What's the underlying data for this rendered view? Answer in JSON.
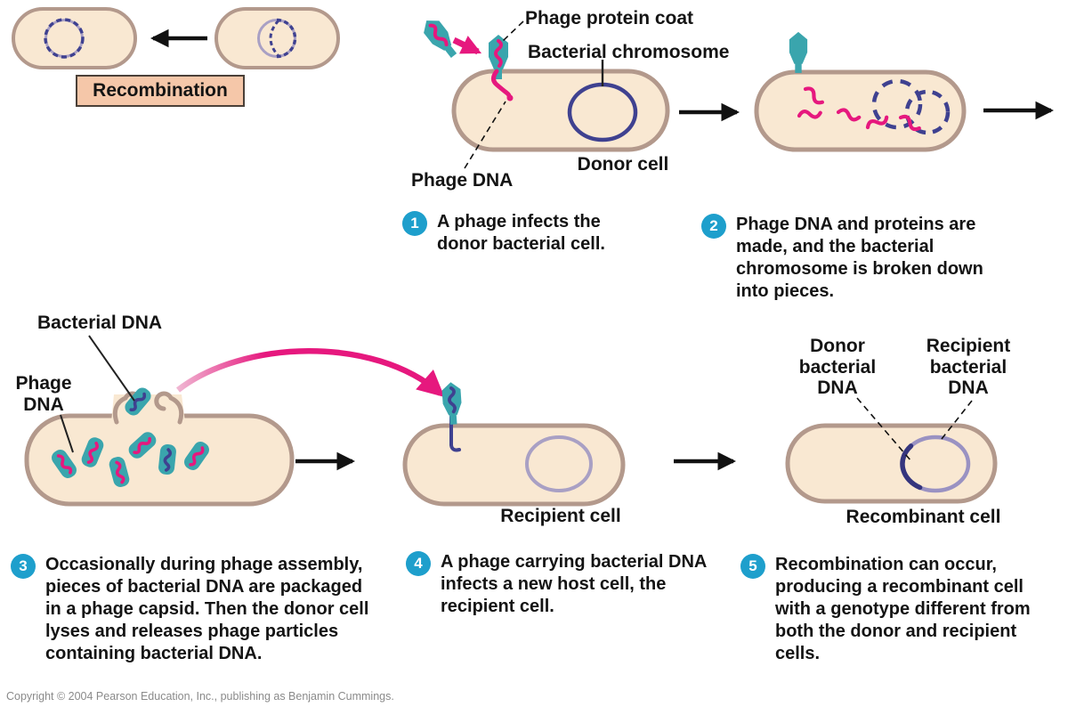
{
  "colors": {
    "cell_fill": "#F9E8D2",
    "cell_border": "#B3998C",
    "phage_teal": "#3AA5AD",
    "phage_dna_pink": "#E6187E",
    "chromosome_navy": "#3F4190",
    "chromosome_lavender": "#A9A0C4",
    "recombinant_circle": "#9A92C2",
    "step_badge_blue": "#1E9FCC",
    "recombination_box_fill": "#F5C7A9",
    "text_black": "#141414"
  },
  "inset": {
    "label": "Recombination"
  },
  "donor_section": {
    "phage_protein_coat": "Phage protein coat",
    "bacterial_chromosome": "Bacterial chromosome",
    "phage_dna": "Phage DNA",
    "donor_cell": "Donor cell"
  },
  "lysis_section": {
    "bacterial_dna": "Bacterial DNA",
    "phage_dna": "Phage DNA"
  },
  "recipient_section": {
    "recipient_cell": "Recipient cell"
  },
  "recombinant_section": {
    "donor_bacterial_dna": "Donor bacterial DNA",
    "recipient_bacterial_dna": "Recipient bacterial DNA",
    "recombinant_cell": "Recombinant cell"
  },
  "steps": [
    {
      "number": "1",
      "text": "A phage infects the donor bacterial cell."
    },
    {
      "number": "2",
      "text": "Phage DNA and proteins are made, and the bacterial chromosome is broken down into pieces."
    },
    {
      "number": "3",
      "text": "Occasionally during phage assembly, pieces of bacterial DNA are packaged in a phage capsid. Then the donor cell lyses and releases phage particles containing bacterial DNA."
    },
    {
      "number": "4",
      "text": "A phage carrying bacterial DNA infects a new host cell, the recipient cell."
    },
    {
      "number": "5",
      "text": "Recombination can occur, producing a recombinant cell with a genotype different from both the donor and recipient cells."
    }
  ],
  "footer": {
    "copyright": "Copyright © 2004 Pearson Education, Inc., publishing as Benjamin Cummings."
  }
}
